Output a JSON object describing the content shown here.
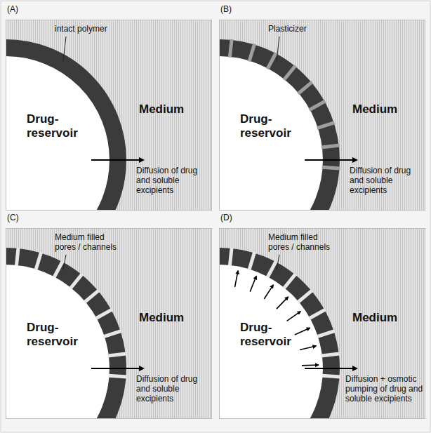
{
  "diagram": {
    "labels": [
      "(A)",
      "intact polymer",
      "Drug-reservoir",
      "Medium",
      "Diffusion of drug and soluble excipients",
      "(B)",
      "Plasticizer",
      "Drug-reservoir",
      "Medium",
      "Diffusion of drug and soluble excipients",
      "(C)",
      "Medium filled pores / channels",
      "Drug-reservoir",
      "Medium",
      "Diffusion of drug and soluble excipients",
      "(D)",
      "Medium filled pores / channels",
      "Drug-reservoir",
      "Medium",
      "Diffusion + osmotic pumping of drug and soluble excipients"
    ]
  }
}
